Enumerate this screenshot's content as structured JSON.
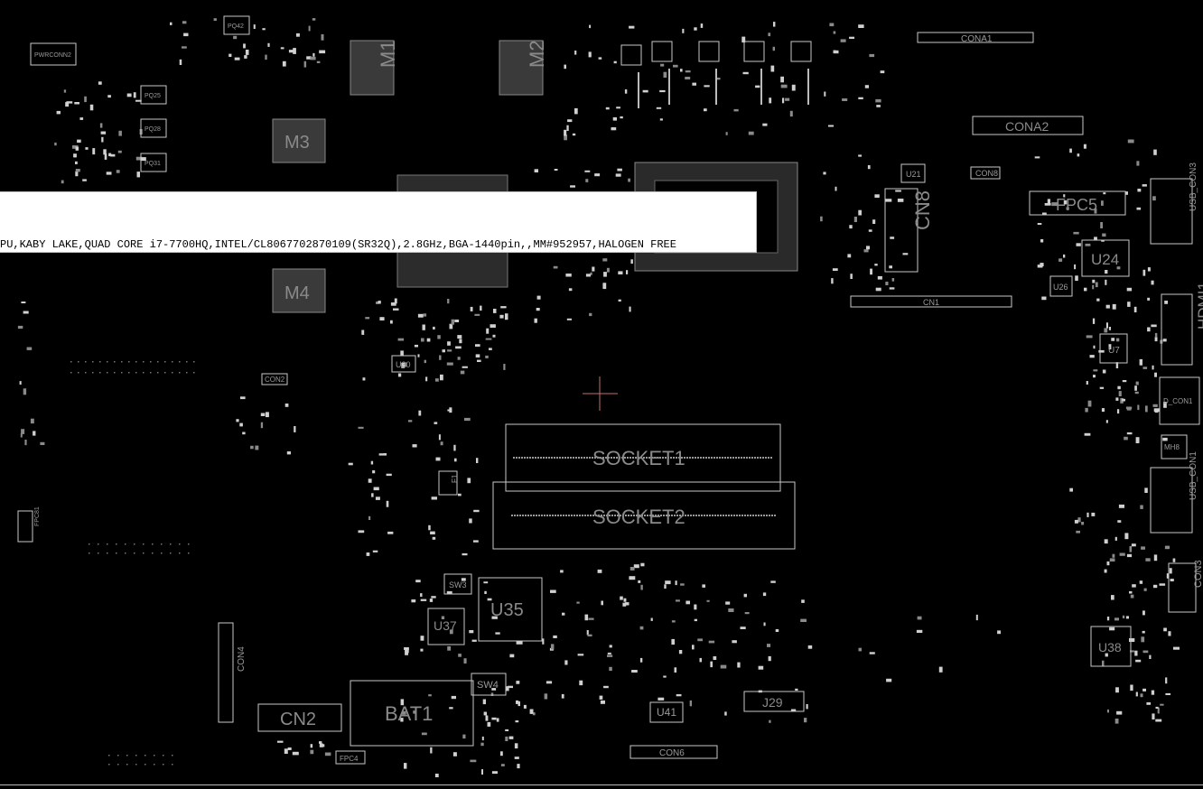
{
  "labels": {
    "m1": "M1",
    "m2": "M2",
    "m3": "M3",
    "m4": "M4",
    "cn8": "CN8",
    "u24": "U24",
    "fpc5": "FPC5",
    "cona1": "CONA1",
    "cona2": "CONA2",
    "cn1": "CN1",
    "hdmi1": "HDMI1",
    "usb_con3": "USB_CON3",
    "usb_con1": "USB_CON1",
    "socket1": "SOCKET1",
    "socket2": "SOCKET2",
    "u35": "U35",
    "u37": "U37",
    "bat1": "BAT1",
    "cn2": "CN2",
    "sw3": "SW3",
    "sw4": "SW4",
    "u30": "U30",
    "con2": "CON2",
    "con4": "CON4",
    "con6": "CON6",
    "con8": "CON8",
    "con3": "CON3",
    "u41": "U41",
    "j29": "J29",
    "u38": "U38",
    "u7": "U7",
    "u26": "U26",
    "u21": "U21",
    "pwrconn2": "PWRCONN2",
    "pq25": "PQ25",
    "pq28": "PQ28",
    "pq31": "PQ31",
    "pq42": "PQ42",
    "fpc4": "FPC4",
    "f1": "F1",
    "mh8": "MH8",
    "dcon1": "D_CON1",
    "fpc81": "FPC81"
  },
  "tooltip": {
    "text": "PU,KABY LAKE,QUAD CORE i7-7700HQ,INTEL/CL8067702870109(SR32Q),2.8GHz,BGA-1440pin,,MM#952957,HALOGEN FREE"
  },
  "colors": {
    "background": "#000000",
    "silkscreen": "#c8c8c8",
    "crosshair": "#c07070"
  }
}
